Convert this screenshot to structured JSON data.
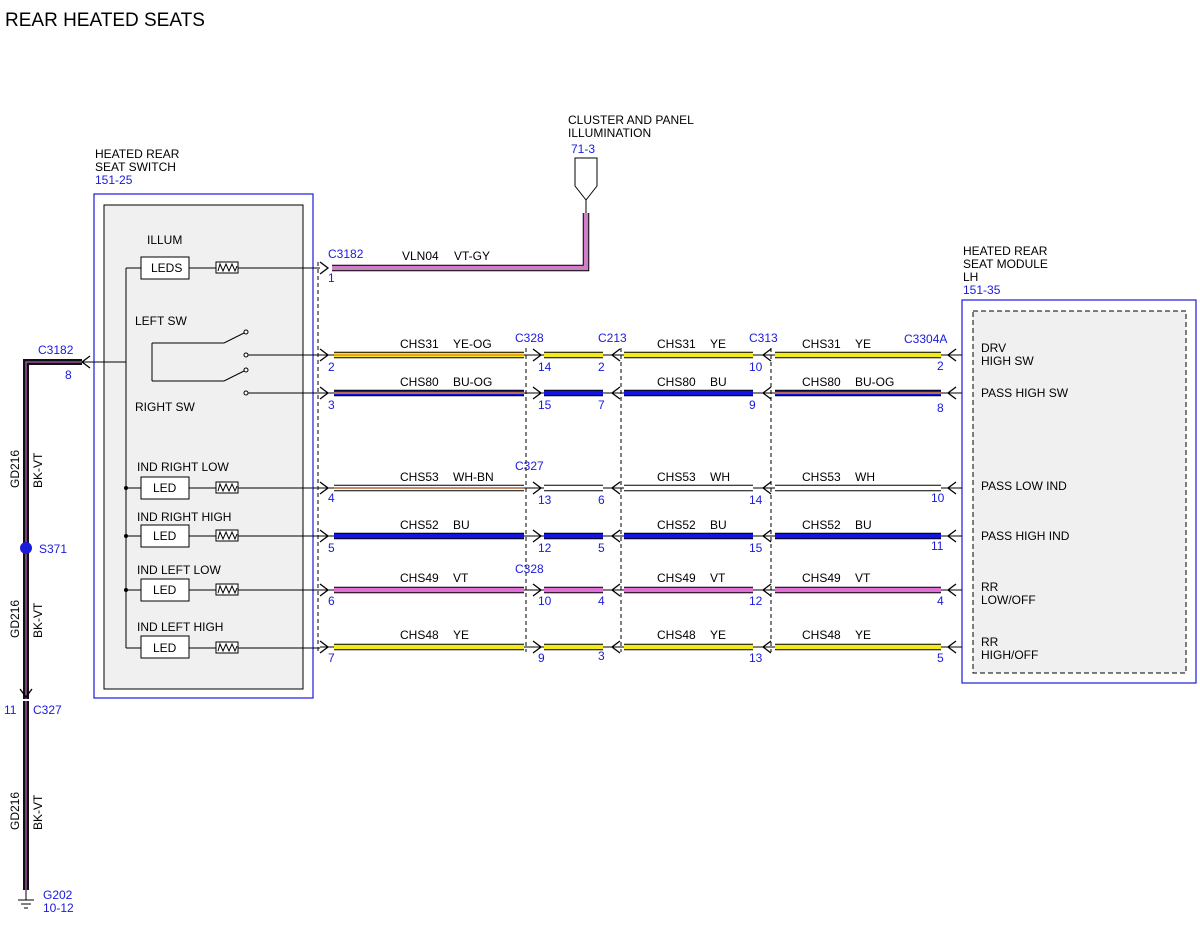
{
  "title": "REAR HEATED SEATS",
  "colors": {
    "YE": "#f2ea1d",
    "YE-OG": "#f2ea1d",
    "YE-OG-stripe": "#ef8a1e",
    "BU": "#1414e0",
    "BU-OG": "#1414e0",
    "BU-OG-stripe": "#ef8a1e",
    "WH": "#ffffff",
    "WH-BN": "#ffffff",
    "WH-BN-stripe": "#b36a3a",
    "VT": "#e070d6",
    "VT-GY": "#e070d6",
    "VT-GY-stripe": "#a0a0a0",
    "BK-VT": "#101010",
    "BK-VT-stripe": "#b15bb8",
    "ref_blue": "#1a1adc"
  },
  "components": {
    "switch": {
      "name_lines": [
        "HEATED REAR",
        "SEAT SWITCH"
      ],
      "ref": "151-25"
    },
    "module": {
      "name_lines": [
        "HEATED REAR",
        "SEAT MODULE",
        "LH"
      ],
      "ref": "151-35"
    },
    "cluster": {
      "name_lines": [
        "CLUSTER AND PANEL",
        "ILLUMINATION"
      ],
      "ref": "71-3"
    }
  },
  "switch_parts": {
    "illum_label": "ILLUM",
    "leds_label": "LEDS",
    "left_sw": "LEFT SW",
    "right_sw": "RIGHT SW",
    "indicators": [
      {
        "label": "IND RIGHT LOW",
        "led": "LED"
      },
      {
        "label": "IND RIGHT HIGH",
        "led": "LED"
      },
      {
        "label": "IND LEFT LOW",
        "led": "LED"
      },
      {
        "label": "IND LEFT HIGH",
        "led": "LED"
      }
    ]
  },
  "illum_circuit": {
    "connector": "C3182",
    "pin": "1",
    "circuit": "VLN04",
    "color": "VT-GY"
  },
  "connectors": {
    "c328": "C328",
    "c327": "C327",
    "c213": "C213",
    "c313": "C313",
    "c3304a": "C3304A"
  },
  "rows": [
    {
      "circuit": "CHS31",
      "pins": [
        "2",
        "14",
        "2",
        "10",
        "2"
      ],
      "c1": "YE-OG",
      "c2": "YE",
      "c3": "YE",
      "func": [
        "DRV",
        "HIGH SW"
      ]
    },
    {
      "circuit": "CHS80",
      "pins": [
        "3",
        "15",
        "7",
        "9",
        "8"
      ],
      "c1": "BU-OG",
      "c2": "BU",
      "c3": "BU-OG",
      "func": [
        "PASS HIGH SW"
      ]
    },
    {
      "circuit": "CHS53",
      "pins": [
        "4",
        "13",
        "6",
        "14",
        "10"
      ],
      "c1": "WH-BN",
      "c2": "WH",
      "c3": "WH",
      "func": [
        "PASS LOW IND"
      ]
    },
    {
      "circuit": "CHS52",
      "pins": [
        "5",
        "12",
        "5",
        "15",
        "11"
      ],
      "c1": "BU",
      "c2": "BU",
      "c3": "BU",
      "func": [
        "PASS HIGH IND"
      ]
    },
    {
      "circuit": "CHS49",
      "pins": [
        "6",
        "10",
        "4",
        "12",
        "4"
      ],
      "c1": "VT",
      "c2": "VT",
      "c3": "VT",
      "func": [
        "RR",
        "LOW/OFF"
      ]
    },
    {
      "circuit": "CHS48",
      "pins": [
        "7",
        "9",
        "3",
        "13",
        "5"
      ],
      "c1": "YE",
      "c2": "YE",
      "c3": "YE",
      "func": [
        "RR",
        "HIGH/OFF"
      ]
    }
  ],
  "ground": {
    "connector_top": "C3182",
    "connector_top_pin": "8",
    "circuit": "GD216",
    "color": "BK-VT",
    "splice": "S371",
    "connector_bottom": "C327",
    "connector_bottom_pin": "11",
    "ground_point": "G202",
    "ground_ref": "10-12"
  }
}
